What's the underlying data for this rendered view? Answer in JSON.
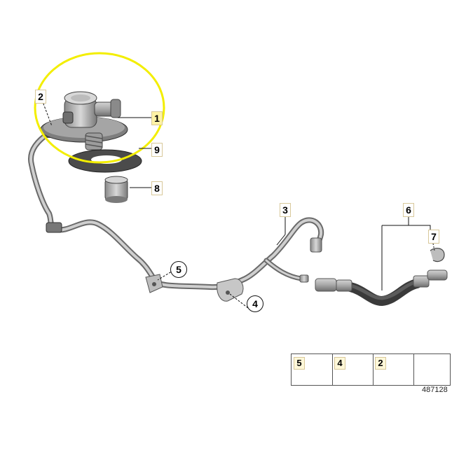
{
  "callouts": {
    "part_1": "1",
    "part_2": "2",
    "part_3": "3",
    "part_4": "4",
    "part_5": "5",
    "part_6": "6",
    "part_7": "7",
    "part_8": "8",
    "part_9": "9"
  },
  "legend": {
    "items": [
      {
        "number": "5",
        "icon": "hex-nut-icon"
      },
      {
        "number": "4",
        "icon": "flange-bolt-icon"
      },
      {
        "number": "2",
        "icon": "socket-screw-icon"
      },
      {
        "number": "",
        "icon": "arrow-sheet-icon"
      }
    ]
  },
  "diagram_id": "487128",
  "colors": {
    "highlight_ellipse": "#f3ee00",
    "highlight_box": "#fff3a6",
    "part_gray": "#9a9a9a",
    "line": "#111111"
  }
}
